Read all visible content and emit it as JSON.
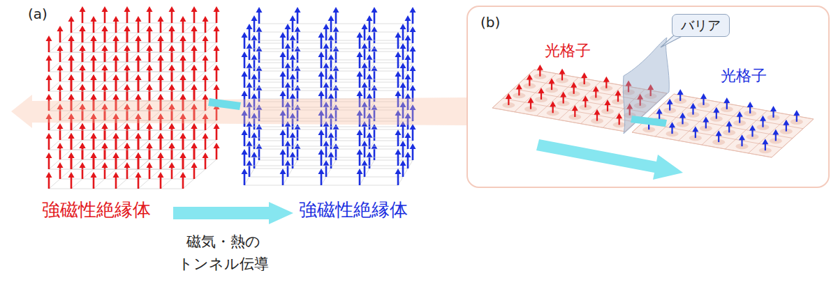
{
  "diagram": {
    "nodes": [
      {
        "text": [
          "(b)"
        ]
      },
      {
        "text": [
          "バリア"
        ],
        "in": 0
      }
    ],
    "labels": [
      "(a)",
      "強磁性絶縁体",
      "磁気・熱の トンネル伝導",
      "強磁性絶縁体",
      "光格子",
      "光格子"
    ]
  }
}
